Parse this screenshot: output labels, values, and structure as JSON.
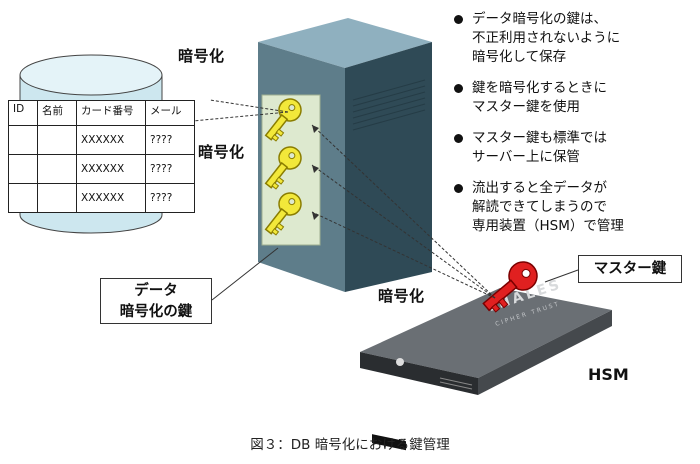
{
  "table": {
    "headers": [
      "ID",
      "名前",
      "カード番号",
      "メール"
    ],
    "rows": [
      [
        "",
        "",
        "XXXXXX",
        "????"
      ],
      [
        "",
        "",
        "XXXXXX",
        "????"
      ],
      [
        "",
        "",
        "XXXXXX",
        "????"
      ]
    ]
  },
  "labels": {
    "encrypt_top": "暗号化",
    "encrypt_mid": "暗号化",
    "encrypt_bottom": "暗号化",
    "data_key_line1": "データ",
    "data_key_line2": "暗号化の鍵",
    "master_key": "マスター鍵",
    "hsm": "HSM",
    "hsm_brand": "THALES",
    "hsm_brand_sub": "CIPHER TRUST"
  },
  "bullets": [
    [
      "データ暗号化の鍵は、",
      "不正利用されないように",
      "暗号化して保存"
    ],
    [
      "鍵を暗号化するときに",
      "マスター鍵を使用"
    ],
    [
      "マスター鍵も標準では",
      "サーバー上に保管"
    ],
    [
      "流出すると全データが",
      "解読できてしまうので",
      "専用装置（HSM）で管理"
    ]
  ],
  "caption": "図３：DB 暗号化における鍵管理",
  "colors": {
    "server": "#5a7683",
    "server_dark": "#34505c",
    "data_key": "#f2e83a",
    "master_key": "#e02020",
    "key_panel": "#dde9cf",
    "db": "#cde7ef"
  }
}
